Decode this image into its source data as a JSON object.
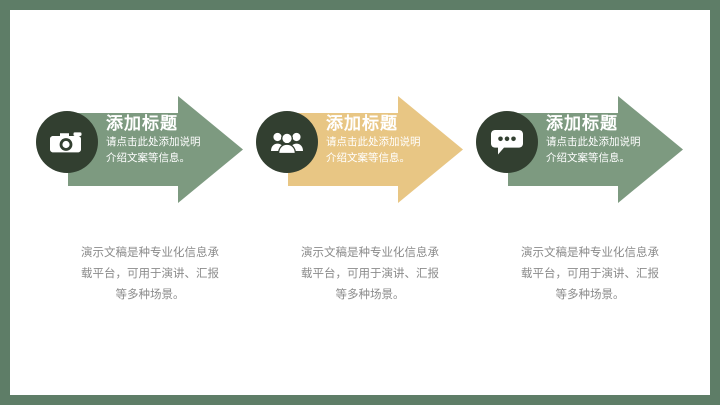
{
  "slide": {
    "background_color": "#ffffff",
    "frame_color": "#5e7d67"
  },
  "palette": {
    "green": "#7d9a80",
    "tan": "#e8c684",
    "badge_dark": "#323f30",
    "title_text": "#ffffff",
    "body_text": "#8b8b8b"
  },
  "items": [
    {
      "id": "item-1",
      "icon": "camera-icon",
      "arrow_color": "#7d9a80",
      "title": "添加标题",
      "sub_line1": "请点击此处添加说明",
      "sub_line2": "介绍文案等信息。",
      "paragraph_line1": "演示文稿是种专业化信息承",
      "paragraph_line2": "载平台，可用于演讲、汇报",
      "paragraph_line3": "等多种场景。"
    },
    {
      "id": "item-2",
      "icon": "people-group-icon",
      "arrow_color": "#e8c684",
      "title": "添加标题",
      "sub_line1": "请点击此处添加说明",
      "sub_line2": "介绍文案等信息。",
      "paragraph_line1": "演示文稿是种专业化信息承",
      "paragraph_line2": "载平台，可用于演讲、汇报",
      "paragraph_line3": "等多种场景。"
    },
    {
      "id": "item-3",
      "icon": "speech-bubble-icon",
      "arrow_color": "#7d9a80",
      "title": "添加标题",
      "sub_line1": "请点击此处添加说明",
      "sub_line2": "介绍文案等信息。",
      "paragraph_line1": "演示文稿是种专业化信息承",
      "paragraph_line2": "载平台，可用于演讲、汇报",
      "paragraph_line3": "等多种场景。"
    }
  ]
}
